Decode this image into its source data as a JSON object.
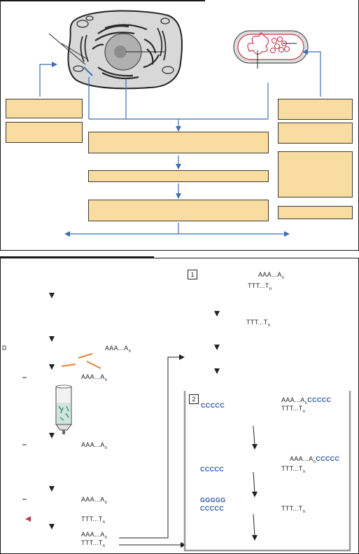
{
  "panel_a": {
    "colors": {
      "box_fill": "#f8dca0",
      "arrow": "#3b6fb6"
    },
    "boxes_left": [
      "",
      ""
    ],
    "boxes_center": [
      "",
      "",
      ""
    ],
    "boxes_right": [
      "",
      "",
      "",
      ""
    ]
  },
  "panel_b": {
    "step1_badge": "1",
    "step2_badge": "2",
    "poly_a": "AAA...A",
    "poly_t": "TTT...T",
    "sub_n": "n",
    "tail_c": "CCCCC",
    "tail_g": "GGGGG"
  }
}
